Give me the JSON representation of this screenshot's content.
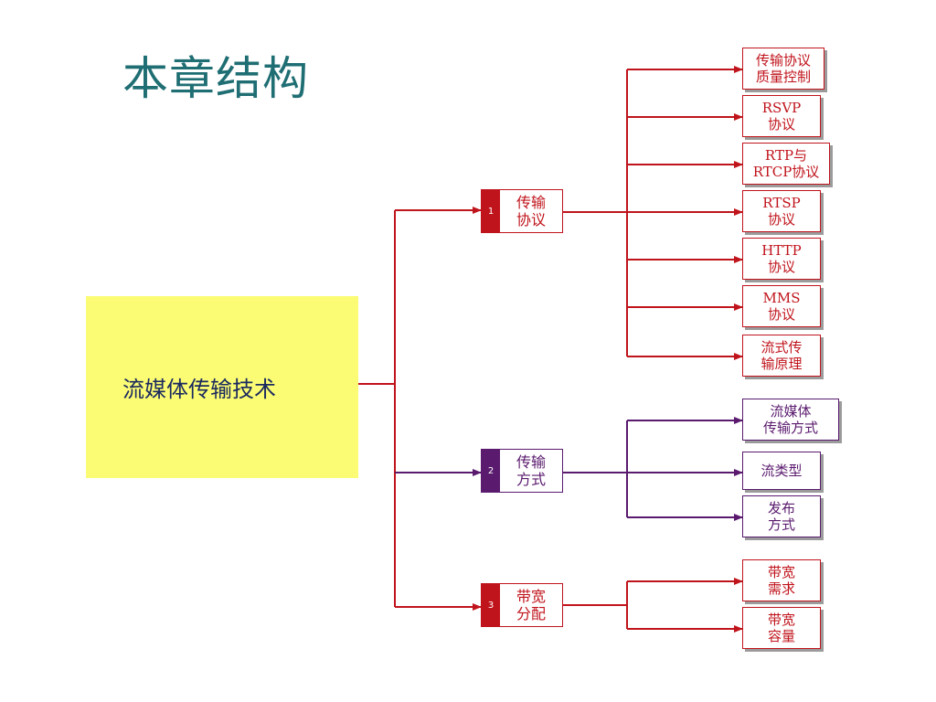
{
  "title": "本章结构",
  "root": "流媒体传输技术",
  "branches": [
    {
      "number": "1",
      "label": "传输\n协议",
      "children": [
        "传输协议\n质量控制",
        "RSVP\n协议",
        "RTP与\nRTCP协议",
        "RTSP\n协议",
        "HTTP\n协议",
        "MMS\n协议",
        "流式传\n输原理"
      ]
    },
    {
      "number": "2",
      "label": "传输\n方式",
      "children": [
        "流媒体\n传输方式",
        "流类型",
        "发布\n方式"
      ]
    },
    {
      "number": "3",
      "label": "带宽\n分配",
      "children": [
        "带宽\n需求",
        "带宽\n容量"
      ]
    }
  ],
  "colors": {
    "red": "#c0141c",
    "purple": "#5a1a6e",
    "title": "#1f6e73",
    "root_fill": "#fbfb74"
  }
}
